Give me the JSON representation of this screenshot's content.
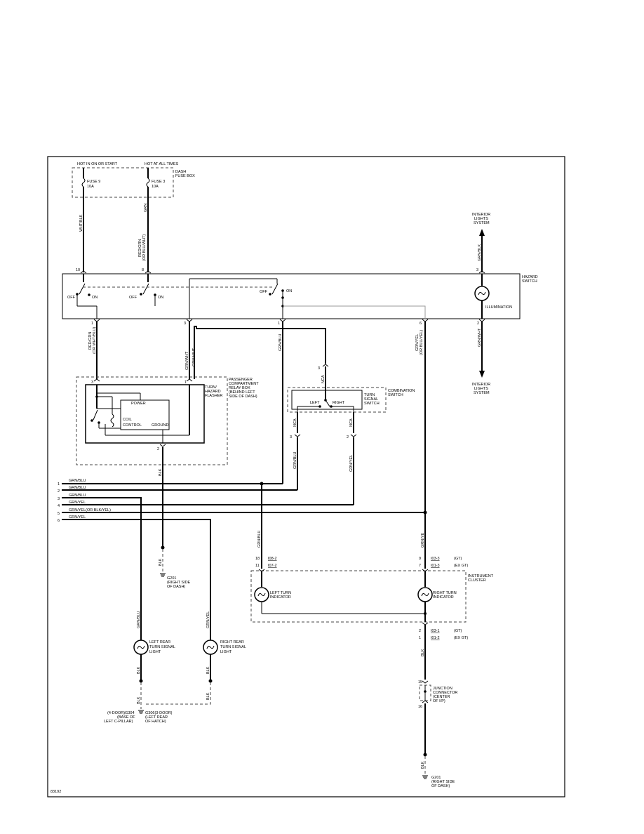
{
  "power": {
    "hot_in_on_or_start": "HOT IN ON OR START",
    "hot_at_all_times": "HOT AT ALL TIMES",
    "dash_fuse_box": [
      "DASH",
      "FUSE BOX"
    ],
    "fuse9": [
      "FUSE 9",
      "10A"
    ],
    "fuse3": [
      "FUSE 3",
      "10A"
    ]
  },
  "wires": {
    "wht_blk": "WHT/BLK",
    "grn": "GRN",
    "red_grn": [
      "RED/GRN",
      "(OR BLU/WHT)"
    ],
    "grn_blk": "GRN/BLK",
    "red_grn_left": [
      "RED/GRN",
      "(OR WHT/BLU)"
    ],
    "grn_wht_a": "GRN/WHT",
    "grn_wht_b": "GRN/WHT",
    "grn_blu_mid": "GRN/BLU",
    "grn_yel_or": [
      "GRN/YEL",
      "(OR BLU/YEL)"
    ],
    "grn_wht_right": "GRN/WHT",
    "nca_top": "NCA",
    "nca_left": "NCA",
    "nca_right": "NCA",
    "grn_blu_cs": "GRN/BLU",
    "grn_yel_cs": "GRN/YEL",
    "blk_flasher": "BLK",
    "blk_g201": "BLK",
    "grn_blu_ic": "GRN/BLU",
    "grn_ye_ic": "GRN/YE",
    "grn_blu_lr": "GRN/BLU",
    "grn_yel_rr": "GRN/YEL",
    "blk_lr": "BLK",
    "blk_rr": "BLK",
    "blk_lr_ground": "BLK",
    "blk_rr_ground": "BLK",
    "blk_ic": "BLK",
    "blk_jc": "BLK"
  },
  "bus": {
    "numbers": [
      "1",
      "2",
      "3",
      "4",
      "5",
      "6"
    ],
    "labels": [
      "GRN/BLU",
      "GRN/BLU",
      "GRN/BLU",
      "GRN/YEL",
      "GRN/YEL(OR BLK/YEL)",
      "GRN/YEL"
    ]
  },
  "pins": {
    "hz_top_left": "10",
    "hz_top_mid": "8",
    "hz_top_right": "3",
    "hz_bot_1": "1",
    "hz_bot_3": "3",
    "hz_bot_1b": "1",
    "hz_bot_6": "6",
    "hz_bot_2": "2",
    "flasher_3": "3",
    "flasher_1": "1",
    "flasher_2": "2",
    "cs_3": "3",
    "cs_3b": "3",
    "cs_2": "2",
    "ic_left_a": "18",
    "ic_left_b": "11",
    "ic_right_a": "9",
    "ic_right_b": "7",
    "ic_bot_a": "2",
    "ic_bot_b": "1",
    "jc_top": "15",
    "jc_bot": "16"
  },
  "hazard_switch": {
    "title": [
      "HAZARD",
      "SWITCH"
    ],
    "off1": "OFF",
    "on1": "ON",
    "off2": "OFF",
    "on2": "ON",
    "off3": "OFF",
    "on3": "ON",
    "illumination": "ILLUMINATION"
  },
  "interior_top": [
    "INTERIOR",
    "LIGHTS",
    "SYSTEM"
  ],
  "interior_bottom": [
    "INTERIOR",
    "LIGHTS",
    "SYSTEM"
  ],
  "flasher": {
    "label": [
      "TURN/",
      "HAZARD",
      "FLASHER"
    ],
    "relay_box": [
      "PASSENGER",
      "COMPARTMENT",
      "RELAY BOX",
      "(BEHIND LEFT",
      "SIDE OF DASH)"
    ],
    "power": "POWER",
    "coil": "COIL",
    "control": "CONTROL",
    "ground": "GROUND"
  },
  "combination_switch": {
    "label": [
      "COMBINATION",
      "SWITCH"
    ],
    "turn_signal": [
      "TURN",
      "SIGNAL",
      "SWITCH"
    ],
    "left": "LEFT",
    "right": "RIGHT"
  },
  "instrument_cluster": {
    "label": [
      "INSTRUMENT",
      "CLUSTER"
    ],
    "i08_2": "I08-2",
    "i07_2": "I07-2",
    "i03_3": "I03-3",
    "i01_3": "I01-3",
    "i03_1": "I03-1",
    "i01_2": "I01-2",
    "gt1": "(GT)",
    "exgt1": "(EX GT)",
    "gt2": "(GT)",
    "exgt2": "(EX GT)",
    "left_turn": [
      "LEFT TURN",
      "INDICATOR"
    ],
    "right_turn": [
      "RIGHT TURN",
      "INDICATOR"
    ]
  },
  "grounds": {
    "g201a": [
      "G201",
      "(RIGHT SIDE",
      "OF DASH)"
    ],
    "g201b": [
      "G201",
      "(RIGHT SIDE",
      "OF DASH)"
    ],
    "g304": [
      "(4-DOOR)G304",
      "(BASE OF",
      "LEFT C-PILLAR)"
    ],
    "g306": [
      "G306(3-DOOR)",
      "(LEFT REAR",
      "OF HATCH)"
    ]
  },
  "lights": {
    "left_rear": [
      "LEFT REAR",
      "TURN SIGNAL",
      "LIGHT"
    ],
    "right_rear": [
      "RIGHT REAR",
      "TURN SIGNAL",
      "LIGHT"
    ]
  },
  "junction_connector": [
    "JUNCTION",
    "CONNECTOR",
    "(CENTER",
    "OF I/P)"
  ],
  "figure_id": "83192"
}
